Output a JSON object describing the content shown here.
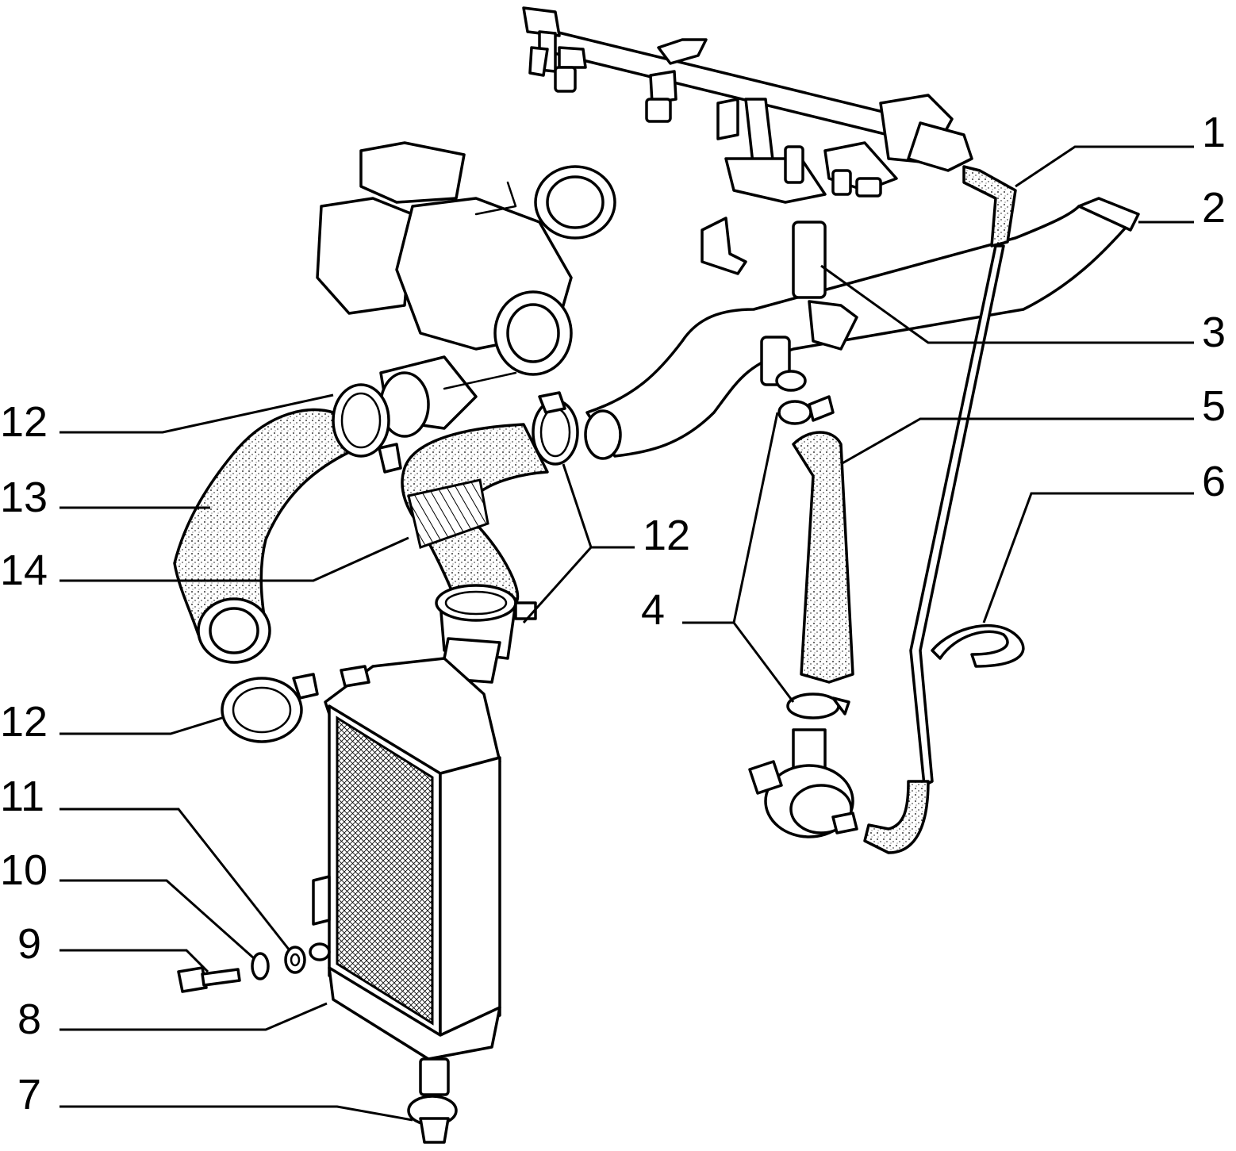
{
  "callouts": [
    {
      "id": "1",
      "label": "1"
    },
    {
      "id": "2",
      "label": "2"
    },
    {
      "id": "3",
      "label": "3"
    },
    {
      "id": "5",
      "label": "5"
    },
    {
      "id": "6",
      "label": "6"
    },
    {
      "id": "12a",
      "label": "12"
    },
    {
      "id": "13",
      "label": "13"
    },
    {
      "id": "14",
      "label": "14"
    },
    {
      "id": "12b",
      "label": "12"
    },
    {
      "id": "4",
      "label": "4"
    },
    {
      "id": "12c",
      "label": "12"
    },
    {
      "id": "11",
      "label": "11"
    },
    {
      "id": "10",
      "label": "10"
    },
    {
      "id": "9",
      "label": "9"
    },
    {
      "id": "8",
      "label": "8"
    },
    {
      "id": "7",
      "label": "7"
    }
  ],
  "parts": {
    "fuel_rail": "fuel-rail",
    "turbocharger": "turbocharger",
    "intercooler": "intercooler",
    "valve": "bypass-valve"
  }
}
